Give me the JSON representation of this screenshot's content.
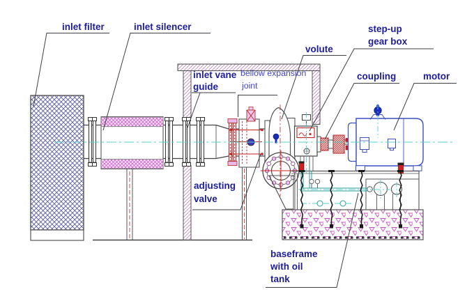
{
  "labels": {
    "inlet_filter": "inlet filter",
    "inlet_silencer": "inlet silencer",
    "inlet_vane_guide_l1": "inlet vane",
    "inlet_vane_guide_l2": "guide",
    "bellow_l1": "bellow expansion",
    "bellow_l2": "joint",
    "volute": "volute",
    "adjusting_valve_l1": "adjusting",
    "adjusting_valve_l2": "valve",
    "step_up_l1": "step-up",
    "step_up_l2": "gear box",
    "coupling": "coupling",
    "motor": "motor",
    "baseframe_l1": "baseframe",
    "baseframe_l2": "with oil",
    "baseframe_l3": "tank"
  },
  "colors": {
    "label_navy": "#1d1d99",
    "label_blue": "#4343cf",
    "line_gray": "#4a4a52",
    "red": "#cc2222",
    "magenta": "#cc3fcc",
    "cyan_centerline": "#55d0d0",
    "motor_blue": "#3a4ec0",
    "filter_hatch_blue": "#5a5aa0",
    "concrete_magenta": "#c94fc9",
    "pink_fill": "#f8e4f8"
  }
}
